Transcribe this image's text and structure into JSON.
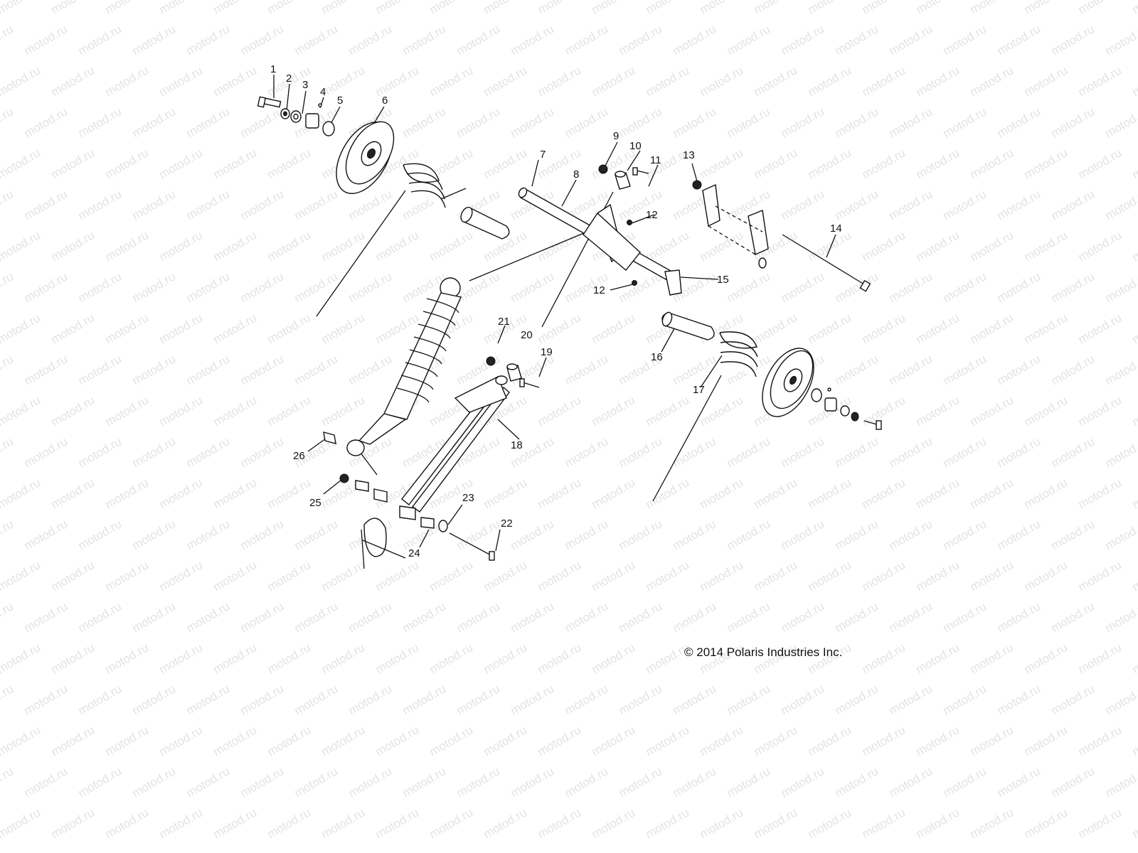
{
  "watermark_text": "motod.ru",
  "copyright": "© 2014 Polaris Industries Inc.",
  "callouts": [
    {
      "id": "1",
      "label": "1"
    },
    {
      "id": "2",
      "label": "2"
    },
    {
      "id": "3",
      "label": "3"
    },
    {
      "id": "4",
      "label": "4"
    },
    {
      "id": "5",
      "label": "5"
    },
    {
      "id": "6",
      "label": "6"
    },
    {
      "id": "7",
      "label": "7"
    },
    {
      "id": "8",
      "label": "8"
    },
    {
      "id": "9",
      "label": "9"
    },
    {
      "id": "10",
      "label": "10"
    },
    {
      "id": "11",
      "label": "11"
    },
    {
      "id": "12a",
      "label": "12"
    },
    {
      "id": "12b",
      "label": "12"
    },
    {
      "id": "13",
      "label": "13"
    },
    {
      "id": "14",
      "label": "14"
    },
    {
      "id": "15",
      "label": "15"
    },
    {
      "id": "16",
      "label": "16"
    },
    {
      "id": "17",
      "label": "17"
    },
    {
      "id": "18",
      "label": "18"
    },
    {
      "id": "19",
      "label": "19"
    },
    {
      "id": "20",
      "label": "20"
    },
    {
      "id": "21",
      "label": "21"
    },
    {
      "id": "22",
      "label": "22"
    },
    {
      "id": "23",
      "label": "23"
    },
    {
      "id": "24",
      "label": "24"
    },
    {
      "id": "25",
      "label": "25"
    },
    {
      "id": "26",
      "label": "26"
    }
  ]
}
